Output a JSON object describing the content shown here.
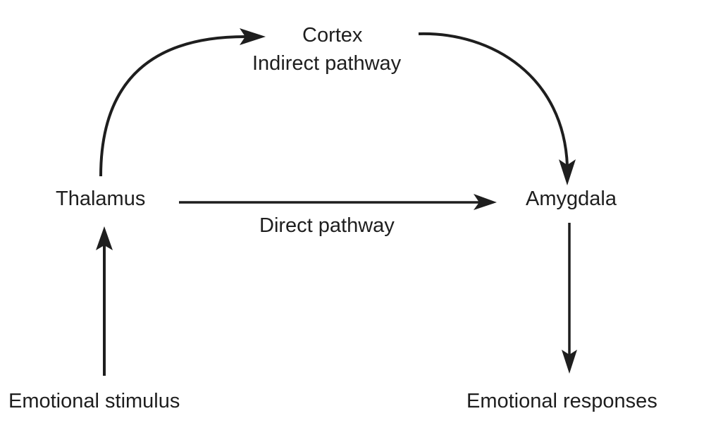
{
  "diagram": {
    "nodes": {
      "cortex": "Cortex",
      "thalamus": "Thalamus",
      "amygdala": "Amygdala",
      "stimulus": "Emotional stimulus",
      "responses": "Emotional responses"
    },
    "edge_labels": {
      "indirect": "Indirect pathway",
      "direct": "Direct pathway"
    },
    "edges": [
      {
        "from": "stimulus",
        "to": "thalamus"
      },
      {
        "from": "thalamus",
        "to": "cortex",
        "pathway": "indirect"
      },
      {
        "from": "cortex",
        "to": "amygdala",
        "pathway": "indirect"
      },
      {
        "from": "thalamus",
        "to": "amygdala",
        "pathway": "direct"
      },
      {
        "from": "amygdala",
        "to": "responses"
      }
    ],
    "stroke_color": "#1e1e1e"
  }
}
